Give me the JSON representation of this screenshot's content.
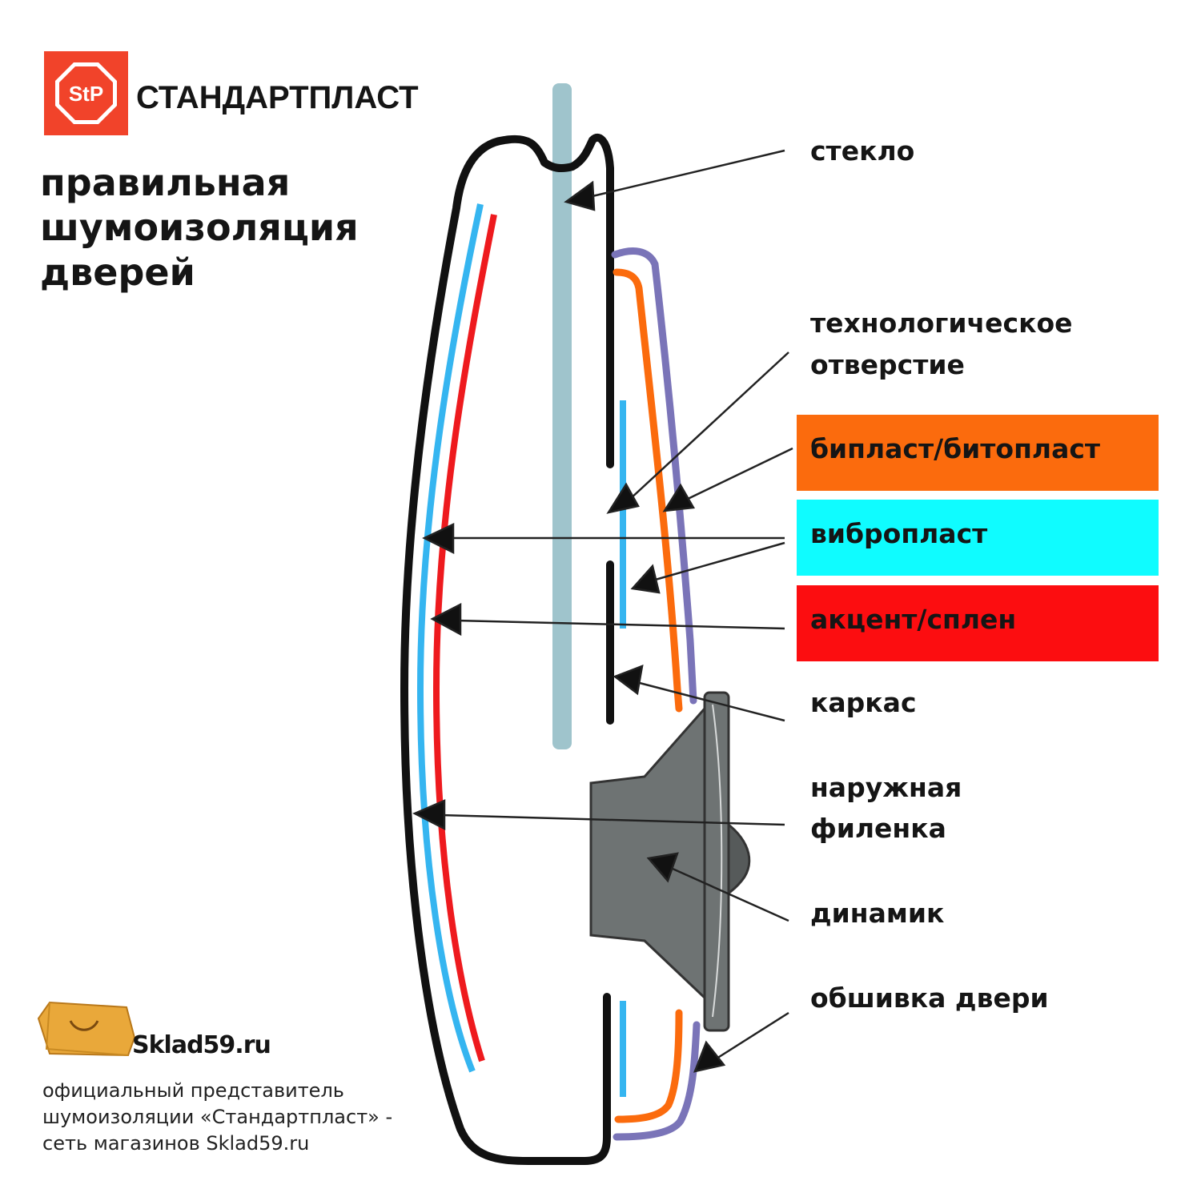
{
  "brand": {
    "logo_text": "StP",
    "name": "СТАНДАРТПЛАСТ",
    "logo_color": "#f1432a"
  },
  "title": {
    "line1": "правильная",
    "line2": "шумоизоляция",
    "line3": "дверей"
  },
  "labels": {
    "glass": "стекло",
    "tech_hole_1": "технологическое",
    "tech_hole_2": "отверстие",
    "biplast": "бипласт/битопласт",
    "vibroplast": "вибропласт",
    "accent": "акцент/сплен",
    "frame": "каркас",
    "outer_panel_1": "наружная",
    "outer_panel_2": "филенка",
    "speaker": "динамик",
    "door_trim": "обшивка двери"
  },
  "colors": {
    "biplast": "#fb6b0d",
    "vibroplast": "#0ffcff",
    "accent": "#fc0d10",
    "glass": "#9fc4cc",
    "trim": "#7a74b8",
    "speaker": "#6e7373"
  },
  "shop": {
    "name": "Sklad59.ru"
  },
  "footer": {
    "line1": "официальный представитель",
    "line2": "шумоизоляции «Стандартпласт» -",
    "line3": "сеть магазинов Sklad59.ru"
  }
}
